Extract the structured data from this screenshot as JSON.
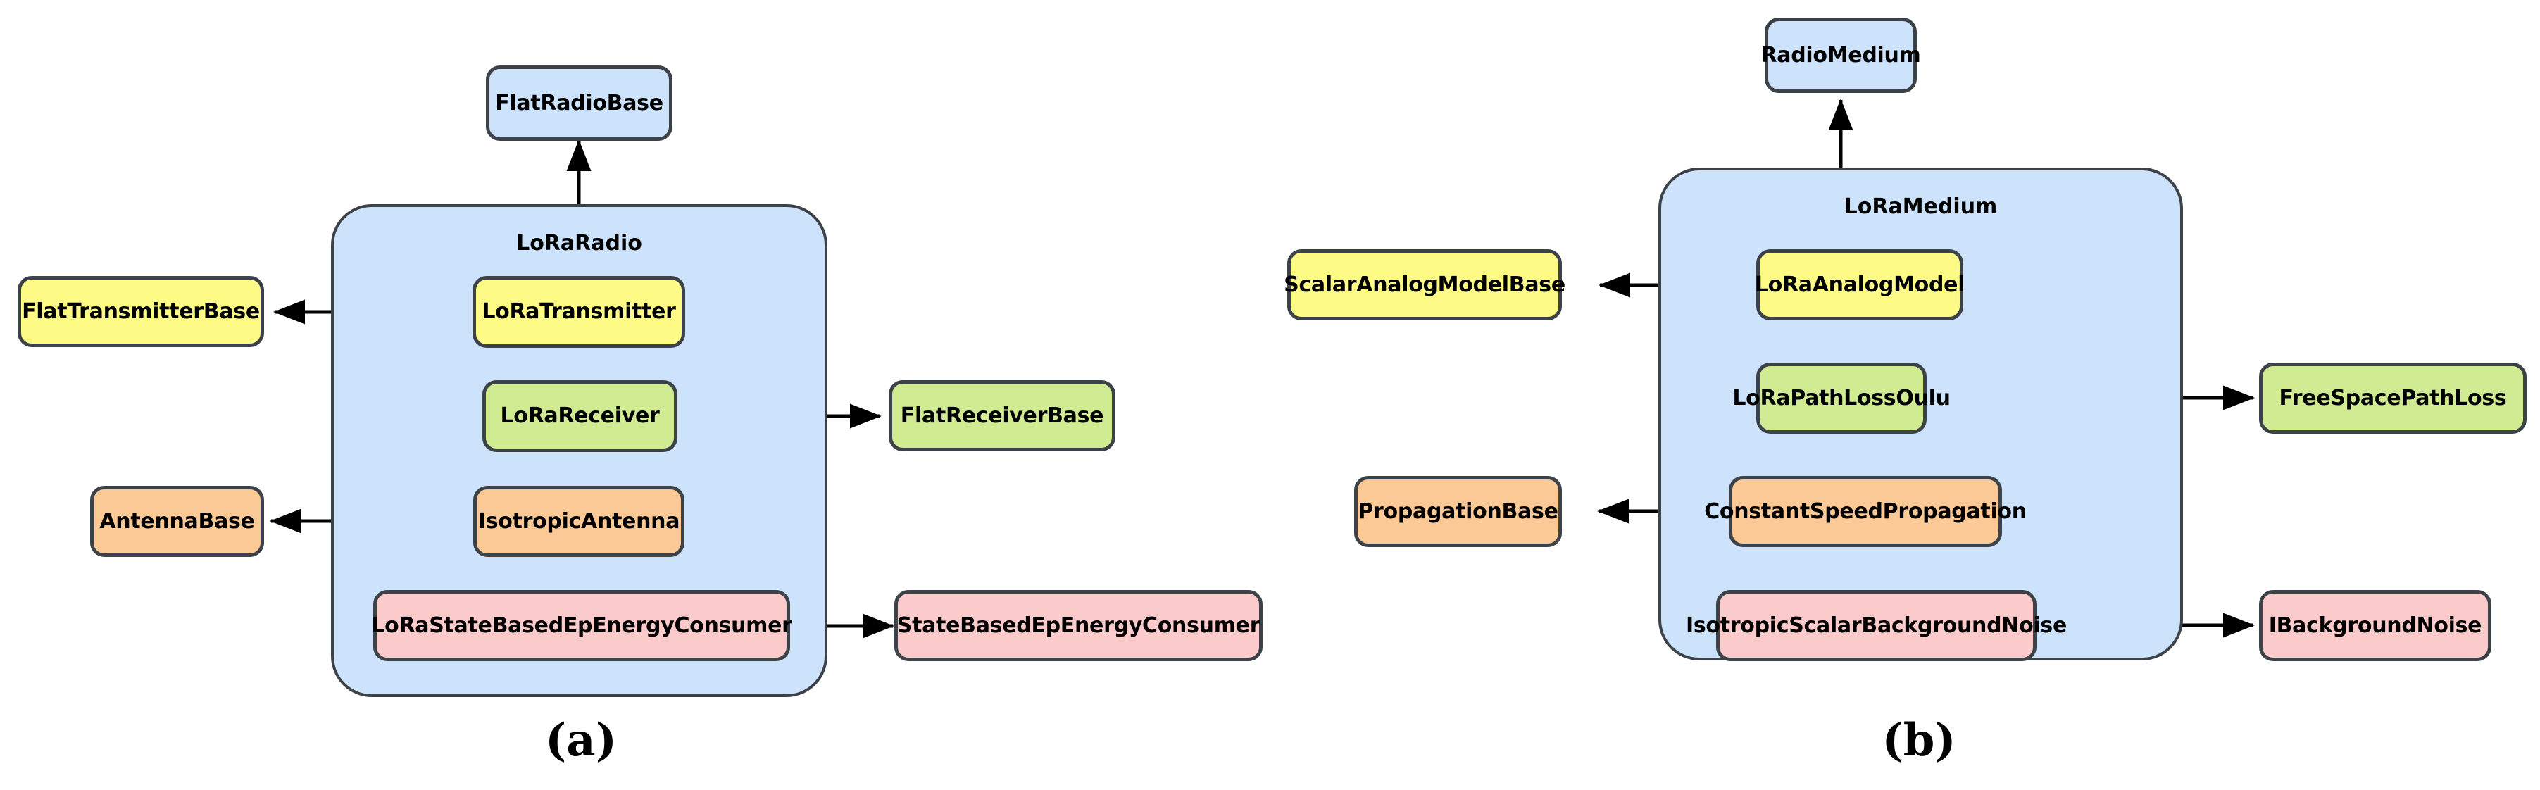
{
  "figure": {
    "background": "#ffffff",
    "border_color": "#3d4249",
    "arrow_color": "#000000",
    "palette": {
      "blue": "#cde3fb",
      "yellow": "#fdfb86",
      "green": "#d0eb92",
      "orange": "#fbc996",
      "pink": "#fbcbcb"
    }
  },
  "panels": [
    {
      "id": "panel-a",
      "caption": "(a)",
      "container": {
        "name": "LoRaRadio",
        "color": "blue"
      },
      "parent": {
        "name": "FlatRadioBase",
        "color": "blue"
      },
      "inner_nodes": [
        {
          "name": "LoRaTransmitter",
          "color": "yellow"
        },
        {
          "name": "LoRaReceiver",
          "color": "green"
        },
        {
          "name": "IsotropicAntenna",
          "color": "orange"
        },
        {
          "name": "LoRaStateBasedEpEnergyConsumer",
          "color": "pink"
        }
      ],
      "outer_nodes": [
        {
          "name": "FlatTransmitterBase",
          "color": "yellow",
          "side": "left"
        },
        {
          "name": "FlatReceiverBase",
          "color": "green",
          "side": "right"
        },
        {
          "name": "AntennaBase",
          "color": "orange",
          "side": "left"
        },
        {
          "name": "StateBasedEpEnergyConsumer",
          "color": "pink",
          "side": "right"
        }
      ],
      "edges": [
        {
          "from": "LoRaRadio",
          "to": "FlatRadioBase",
          "direction": "up"
        },
        {
          "from": "LoRaTransmitter",
          "to": "FlatTransmitterBase",
          "direction": "left"
        },
        {
          "from": "LoRaReceiver",
          "to": "FlatReceiverBase",
          "direction": "right"
        },
        {
          "from": "IsotropicAntenna",
          "to": "AntennaBase",
          "direction": "left"
        },
        {
          "from": "LoRaStateBasedEpEnergyConsumer",
          "to": "StateBasedEpEnergyConsumer",
          "direction": "right"
        }
      ]
    },
    {
      "id": "panel-b",
      "caption": "(b)",
      "container": {
        "name": "LoRaMedium",
        "color": "blue"
      },
      "parent": {
        "name": "RadioMedium",
        "color": "blue"
      },
      "inner_nodes": [
        {
          "name": "LoRaAnalogModel",
          "color": "yellow"
        },
        {
          "name": "LoRaPathLossOulu",
          "color": "green"
        },
        {
          "name": "ConstantSpeedPropagation",
          "color": "orange"
        },
        {
          "name": "IsotropicScalarBackgroundNoise",
          "color": "pink"
        }
      ],
      "outer_nodes": [
        {
          "name": "ScalarAnalogModelBase",
          "color": "yellow",
          "side": "left"
        },
        {
          "name": "FreeSpacePathLoss",
          "color": "green",
          "side": "right"
        },
        {
          "name": "PropagationBase",
          "color": "orange",
          "side": "left"
        },
        {
          "name": "IBackgroundNoise",
          "color": "pink",
          "side": "right"
        }
      ],
      "edges": [
        {
          "from": "LoRaMedium",
          "to": "RadioMedium",
          "direction": "up"
        },
        {
          "from": "LoRaAnalogModel",
          "to": "ScalarAnalogModelBase",
          "direction": "left"
        },
        {
          "from": "LoRaPathLossOulu",
          "to": "FreeSpacePathLoss",
          "direction": "right"
        },
        {
          "from": "ConstantSpeedPropagation",
          "to": "PropagationBase",
          "direction": "left"
        },
        {
          "from": "IsotropicScalarBackgroundNoise",
          "to": "IBackgroundNoise",
          "direction": "right"
        }
      ]
    }
  ]
}
